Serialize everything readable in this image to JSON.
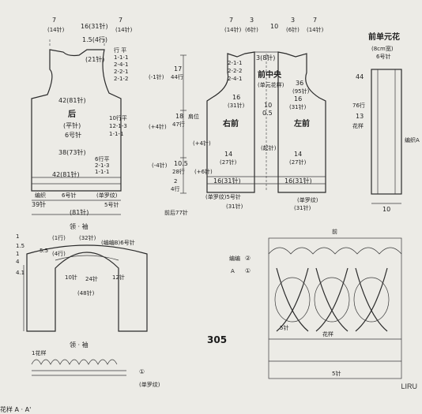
{
  "back": {
    "title": "后",
    "top_margins": [
      "7",
      "(14针)",
      "16(31针)",
      "7",
      "(14针)"
    ],
    "neck": "1.5(4行)",
    "neck_sts": "(21针)",
    "shoulder_rule": [
      "行 平",
      "1-1-1",
      "2-4-1",
      "2-2-1",
      "2-1-2"
    ],
    "armhole_rule": [
      "10行平",
      "12-1-3",
      "1-1-1"
    ],
    "width_upper": "42(81针)",
    "flat": "(平针)",
    "needle": "6号针",
    "width_lower": "38(73针)",
    "side_rule": [
      "6行平",
      "2-1-3",
      "1-1-1"
    ],
    "hem_width": "42(81针)",
    "rib": "(单罗纹)",
    "rib_needle": "5号针",
    "rib_sts": "39针",
    "bottom_sts": "(81针)",
    "rib_label": "编织",
    "rib_needle2": "6号针"
  },
  "vertical": {
    "total": "17",
    "total_rows": "44行",
    "back_half": "18",
    "back_half_rows": "47行",
    "lower": "10.5",
    "lower_rows": "28行",
    "row_marks": [
      "(-1针)",
      "(+4针)",
      "(+4针)",
      "(-4针)",
      "(+6针)"
    ],
    "bottom_note": "前后77针",
    "hem_rows": [
      "2",
      "4行"
    ],
    "left_rule": "肩位"
  },
  "front": {
    "right_title": "右前",
    "left_title": "左前",
    "center": "前中央",
    "center_sub": "(单元花样)",
    "top_margins": [
      "7",
      "(14针)",
      "3",
      "(6针)",
      "10",
      "3",
      "(6针)",
      "7",
      "(14针)"
    ],
    "center_sts": "3(8针)",
    "neck_rule": [
      "2-1-1",
      "2-2-2",
      "2-4-1"
    ],
    "width_r": "16",
    "width_r_sts": "(31针)",
    "width_l": "16",
    "width_l_sts": "(31针)",
    "side_label": "14",
    "side_sts": "(27针)",
    "center_rows": "10",
    "center_rows2": "0.5",
    "dian": "(起针)",
    "bottom_sts_r": "16(31针)",
    "bottom_sts_l": "16(31针)",
    "rib_note": "(单罗纹)5号针",
    "rib_sts": "(31针)",
    "depth": "36",
    "depth_rows": "(95针)",
    "start": "(单罗纹)"
  },
  "motif": {
    "title": "前单元花",
    "width": "(8cm宽)",
    "needle": "6号针",
    "dims": [
      "44",
      "76行",
      "13",
      "花样"
    ],
    "bottom": "10",
    "side_note": "编织A"
  },
  "collar": {
    "title": "领 · 袖",
    "left_values": [
      "1",
      "1.5",
      "1",
      "4"
    ],
    "front": "(1行)",
    "sts32": "(32针)",
    "rows": "(4行)",
    "col": "5.5",
    "rule": "(编编B)6号针",
    "sts": [
      "10针",
      "24针",
      "12针"
    ],
    "total": "(48针)",
    "side": "4.1"
  },
  "pattern": {
    "title": "领 · 袖",
    "repeat": "1花样",
    "rib_label": "(单罗纹)",
    "mark": "①"
  },
  "chart": {
    "labels": [
      "前",
      "编编",
      "A",
      "花样",
      "5针",
      "5针"
    ],
    "markers": [
      "②",
      "①"
    ]
  },
  "medal": "305",
  "watermark": "LIRU",
  "footer": "花样 A · A'"
}
